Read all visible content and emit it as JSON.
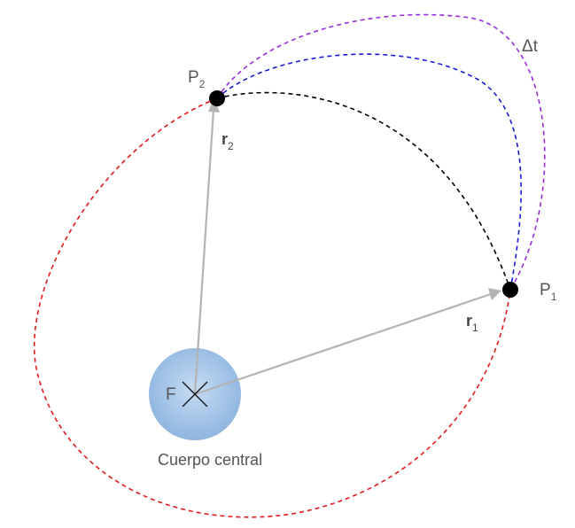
{
  "labels": {
    "p2_letter": "P",
    "p2_sub": "2",
    "p1_letter": "P",
    "p1_sub": "1",
    "r2_letter": "r",
    "r2_sub": "2",
    "r1_letter": "r",
    "r1_sub": "1",
    "focus": "F",
    "delta_t": "Δt",
    "central_body": "Cuerpo central"
  },
  "colors": {
    "orbit_red": "#e31a1c",
    "arc_black": "#000000",
    "arc_blue": "#1a1ad6",
    "arc_purple": "#9b2de0",
    "vector_gray": "#b3b3b3",
    "body_fill": "#9dbfe6",
    "point_fill": "#000000"
  },
  "icons": {
    "focus_marker": "x-cross-icon",
    "arrowhead": "arrowhead-icon"
  }
}
